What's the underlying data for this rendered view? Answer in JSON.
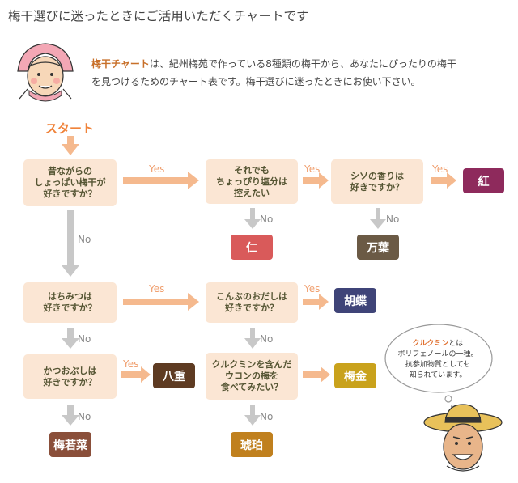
{
  "title": "梅干選びに迷ったときにご活用いただくチャートです",
  "intro": {
    "highlight": "梅干チャート",
    "line1": "は、紀州梅苑で作っている8種類の梅干から、あなたにぴったりの梅干",
    "line2": "を見つけるためのチャート表です。梅干選びに迷ったときにお使い下さい。"
  },
  "start": "スタート",
  "questions": {
    "q1": [
      "昔ながらの",
      "しょっぱい梅干が",
      "好きですか？"
    ],
    "q2": [
      "それでも",
      "ちょっぴり塩分は",
      "控えたい"
    ],
    "q3": [
      "シソの香りは",
      "好きですか？"
    ],
    "q4": [
      "はちみつは",
      "好きですか？"
    ],
    "q5": [
      "こんぶのおだしは",
      "好きですか？"
    ],
    "q6": [
      "かつおぶしは",
      "好きですか？"
    ],
    "q7": [
      "クルクミンを含んだ",
      "ウコンの梅を",
      "食べてみたい？"
    ]
  },
  "results": {
    "beni": {
      "label": "紅",
      "color": "#8e2a5c"
    },
    "jin": {
      "label": "仁",
      "color": "#d95a5a"
    },
    "manyo": {
      "label": "万葉",
      "color": "#6b5a45"
    },
    "kocho": {
      "label": "胡蝶",
      "color": "#3f4478"
    },
    "yae": {
      "label": "八重",
      "color": "#5e3b22"
    },
    "umekin": {
      "label": "梅金",
      "color": "#c9a21c"
    },
    "umewakana": {
      "label": "梅若菜",
      "color": "#8a4f3a"
    },
    "kohaku": {
      "label": "琥珀",
      "color": "#c0801e"
    }
  },
  "labels": {
    "yes": "Yes",
    "no": "No"
  },
  "bubble": {
    "highlight": "クルクミン",
    "line1_rest": "とは",
    "line2": "ポリフェノールの一種。",
    "line3": "抗参加物質としても",
    "line4": "知られています。"
  },
  "colors": {
    "yes_arrow": "#f5b98e",
    "no_arrow": "#c8c8c8",
    "box": "#fbe6d4",
    "start": "#f0833a"
  }
}
